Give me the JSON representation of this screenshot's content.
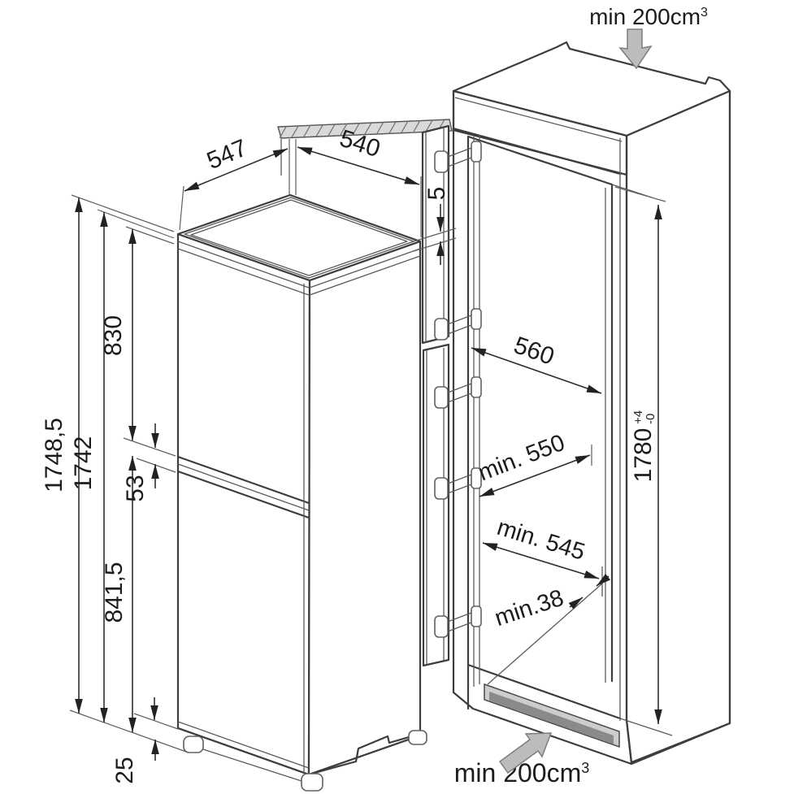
{
  "diagram": {
    "appliance_dims": {
      "depth": "547",
      "door_width": "540",
      "top_clearance": "5",
      "overall_height": "1748,5",
      "body_height": "1742",
      "upper_door_height": "830",
      "door_gap": "53",
      "lower_door_height": "841,5",
      "base_height": "25"
    },
    "niche_dims": {
      "depth_top": "560",
      "depth_mid": "min. 550",
      "depth_bottom": "min. 545",
      "vent_depth": "min.38",
      "height": "1780",
      "height_tol_plus": "+4",
      "height_tol_minus": "-0"
    },
    "ventilation": {
      "top_label": "min 200cm",
      "top_sup": "3",
      "bottom_label": "min 200cm",
      "bottom_sup": "3"
    },
    "colors": {
      "line": "#3d3d3d",
      "background": "#ffffff",
      "airflow_arrow_fill": "#bcbcbc",
      "vent_light": "#cdcdcd",
      "vent_dark": "#8a8a8a"
    }
  }
}
